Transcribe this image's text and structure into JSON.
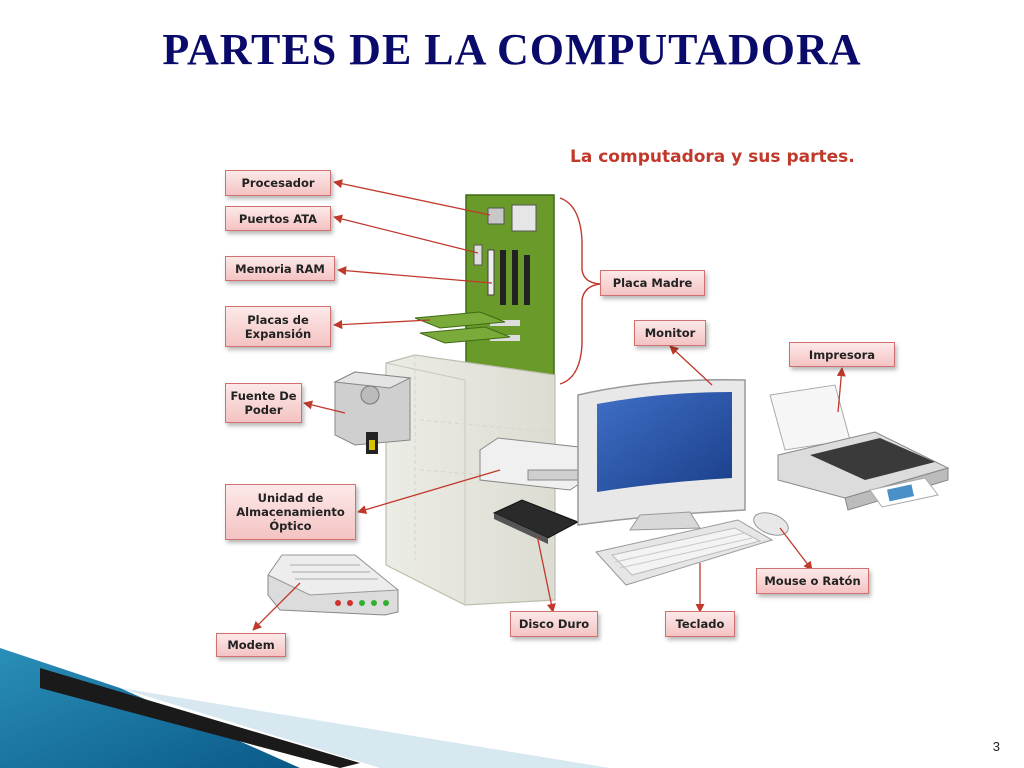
{
  "slide": {
    "title": "PARTES DE LA COMPUTADORA",
    "page_number": "3"
  },
  "diagram": {
    "subtitle": "La computadora y sus partes.",
    "labels": {
      "procesador": "Procesador",
      "puertos_ata": "Puertos ATA",
      "memoria_ram": "Memoria RAM",
      "placas_expansion": "Placas de Expansión",
      "fuente_poder": "Fuente De Poder",
      "unidad_optica": "Unidad de Almacenamiento Óptico",
      "modem": "Modem",
      "disco_duro": "Disco Duro",
      "teclado": "Teclado",
      "mouse": "Mouse o Ratón",
      "placa_madre": "Placa Madre",
      "monitor": "Monitor",
      "impresora": "Impresora"
    },
    "colors": {
      "title": "#0a0a6a",
      "subtitle": "#c0392b",
      "label_border": "#d07070",
      "arrow": "#c0392b",
      "motherboard": "#6a9a2a",
      "monitor_screen": "#2c55a8"
    }
  }
}
